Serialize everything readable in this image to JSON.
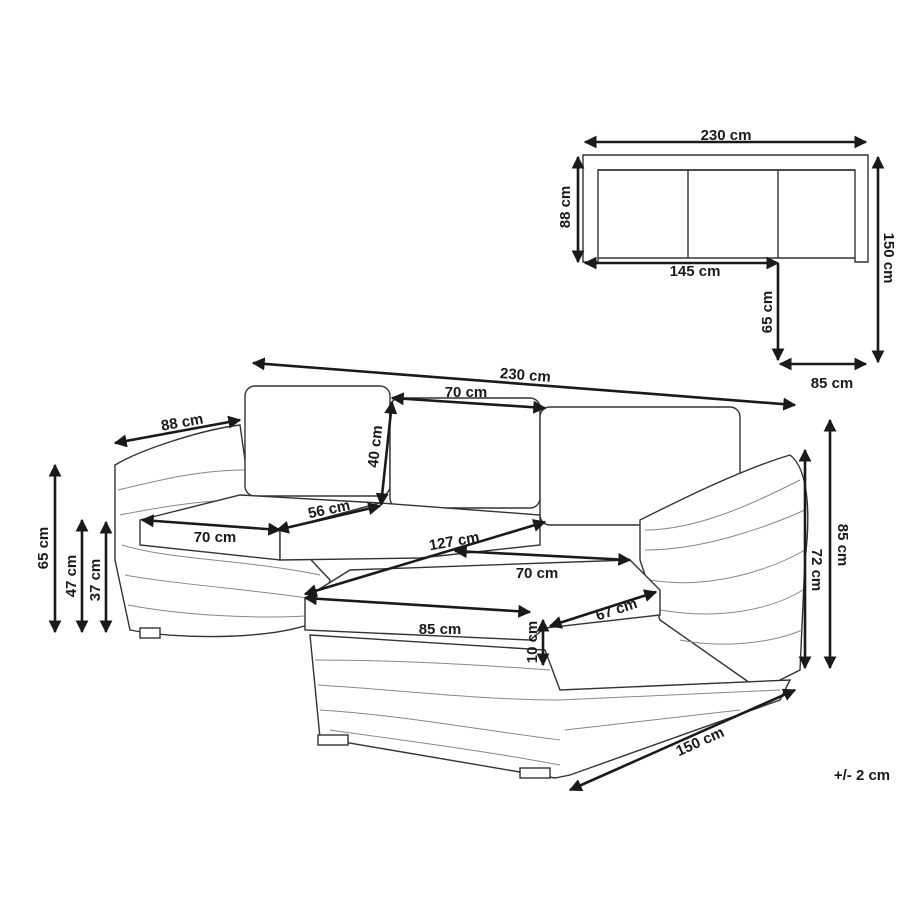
{
  "plan_view": {
    "width_label": "230 cm",
    "depth_label": "88 cm",
    "sofa_length_label": "145 cm",
    "chaise_extension_label": "65 cm",
    "chaise_width_label": "85 cm",
    "total_depth_label": "150 cm"
  },
  "main_view": {
    "total_width_label": "230 cm",
    "backrest_cushion_width_label": "70 cm",
    "arm_depth_label": "88 cm",
    "backrest_height_label": "40 cm",
    "seat_depth_label": "56 cm",
    "seat_cushion_width_left_label": "70 cm",
    "seat_width_label": "127 cm",
    "chaise_cushion_width_label": "70 cm",
    "chaise_width_label": "85 cm",
    "chaise_depth_label": "67 cm",
    "cushion_thickness_label": "10 cm",
    "chaise_total_depth_label": "150 cm",
    "arm_height_label": "65 cm",
    "seat_height_label": "47 cm",
    "frame_height_label": "37 cm",
    "total_height_label": "85 cm",
    "back_frame_height_label": "72 cm"
  },
  "tolerance_label": "+/- 2 cm",
  "colors": {
    "line": "#1a1a1a",
    "wicker": "#888888"
  }
}
